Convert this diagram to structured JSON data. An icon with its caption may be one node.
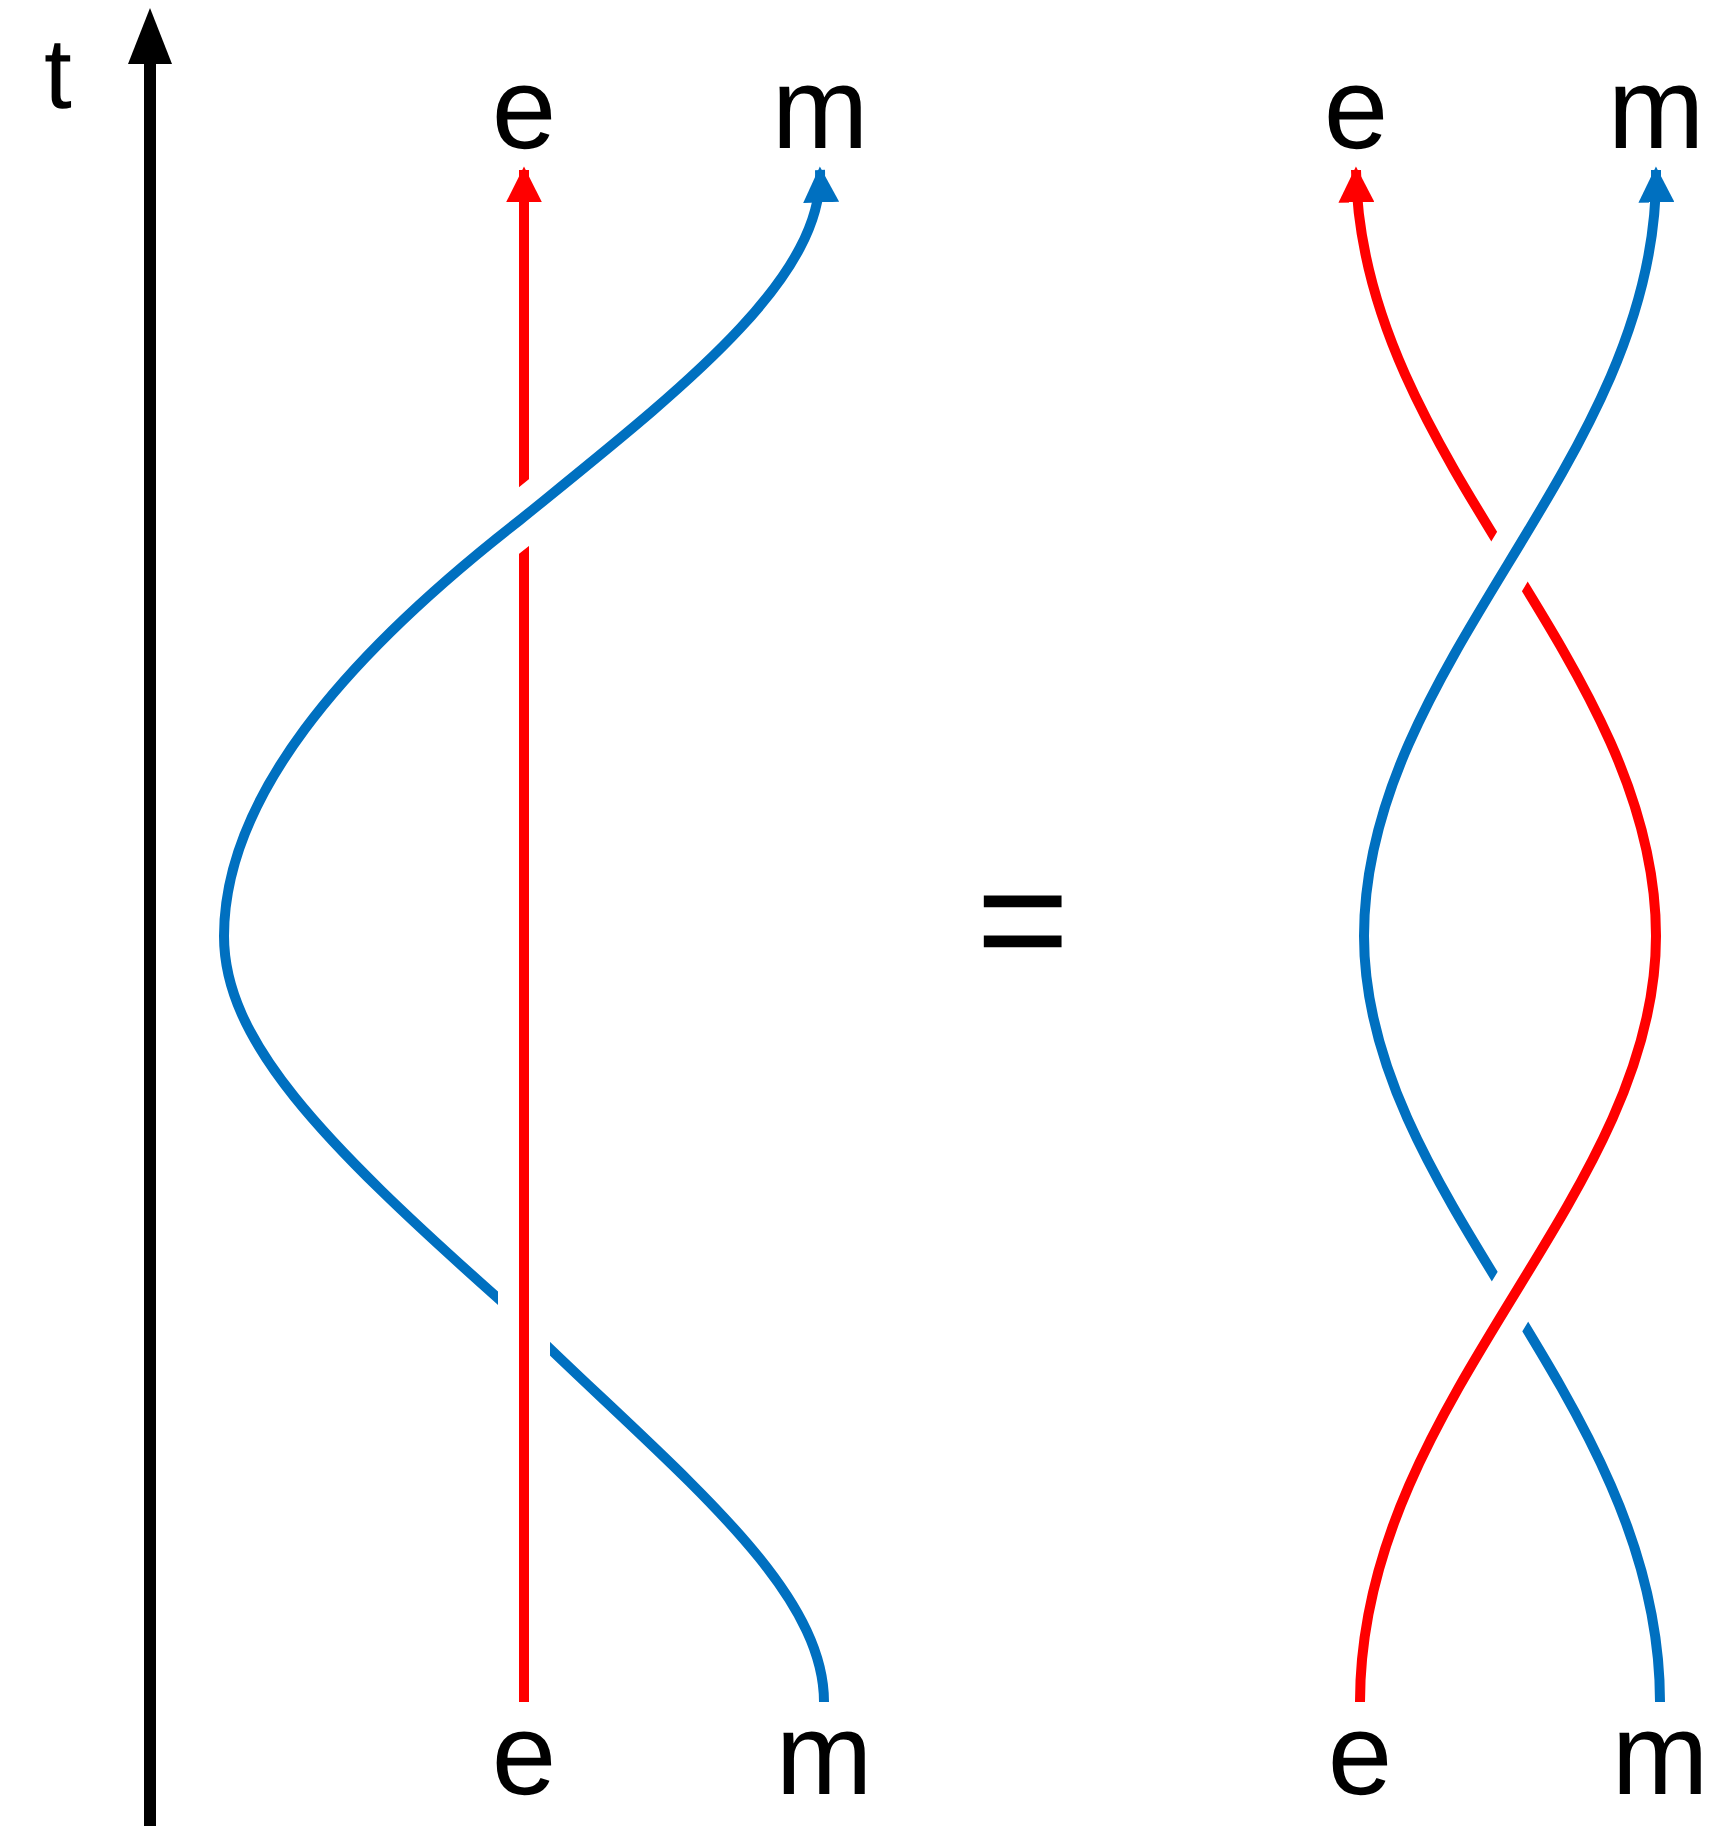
{
  "diagram": {
    "nodes": [
      {
        "text": [
          "e"
        ]
      },
      {
        "text": [
          "m"
        ]
      },
      {
        "text": [
          "e"
        ]
      },
      {
        "text": [
          "m"
        ]
      },
      {
        "text": [
          "e"
        ]
      },
      {
        "text": [
          "m"
        ]
      },
      {
        "text": [
          "e"
        ]
      },
      {
        "text": [
          "m"
        ]
      }
    ],
    "edges": [
      {
        "from": 4,
        "to": 0,
        "arrow": "to",
        "color": "#ff0000"
      },
      {
        "from": 5,
        "to": 1,
        "arrow": "to",
        "color": "#0070c0"
      },
      {
        "from": 6,
        "to": 2,
        "arrow": "to",
        "color": "#ff0000"
      },
      {
        "from": 7,
        "to": 3,
        "arrow": "to",
        "color": "#0070c0"
      }
    ],
    "labels": [
      "t",
      "="
    ]
  }
}
